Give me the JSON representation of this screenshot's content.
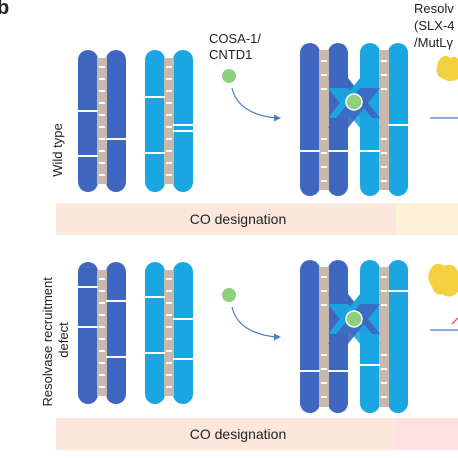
{
  "figure": {
    "panel_letter": "b",
    "rows": [
      {
        "row_label": "Wild type",
        "bar_label": "CO designation",
        "protein_label": [
          "COSA-1/",
          "CNTD1"
        ],
        "resolvase_label": [
          "Resolv",
          "(SLX-4",
          "/MutLγ"
        ]
      },
      {
        "row_label": [
          "Resolvase recruitment",
          "defect"
        ],
        "bar_label": "CO designation"
      }
    ]
  },
  "colors": {
    "dark_blue": "#3f67c0",
    "light_blue": "#1aa6e2",
    "axis_tan": "#c9b9ad",
    "green_focus": "#8fd07e",
    "yellow_resolvase": "#f4cf3e",
    "bar_peach": "#fbe7dc",
    "bar_cream": "#fdf2d8",
    "bar_pink": "#fde0e0",
    "arrow": "#4a7fc2",
    "stripe": "#ffffff"
  }
}
